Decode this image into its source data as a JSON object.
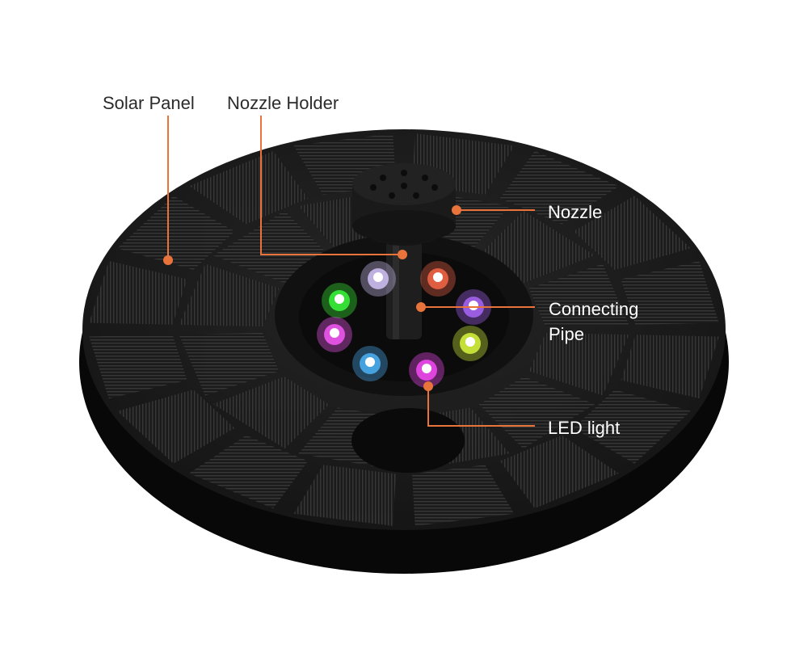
{
  "labels": {
    "solar_panel": "Solar Panel",
    "nozzle_holder": "Nozzle Holder",
    "nozzle": "Nozzle",
    "connecting_pipe_line1": "Connecting",
    "connecting_pipe_line2": "Pipe",
    "led_light": "LED light"
  },
  "colors": {
    "callout": "#e8743b",
    "panel_dark": "#1b1b1b",
    "led_colors": [
      "#d9c9ff",
      "#ff6a4a",
      "#3cff3c",
      "#b06aff",
      "#ff5cff",
      "#e0ff40",
      "#4fb8ff",
      "#ff4dff"
    ]
  }
}
